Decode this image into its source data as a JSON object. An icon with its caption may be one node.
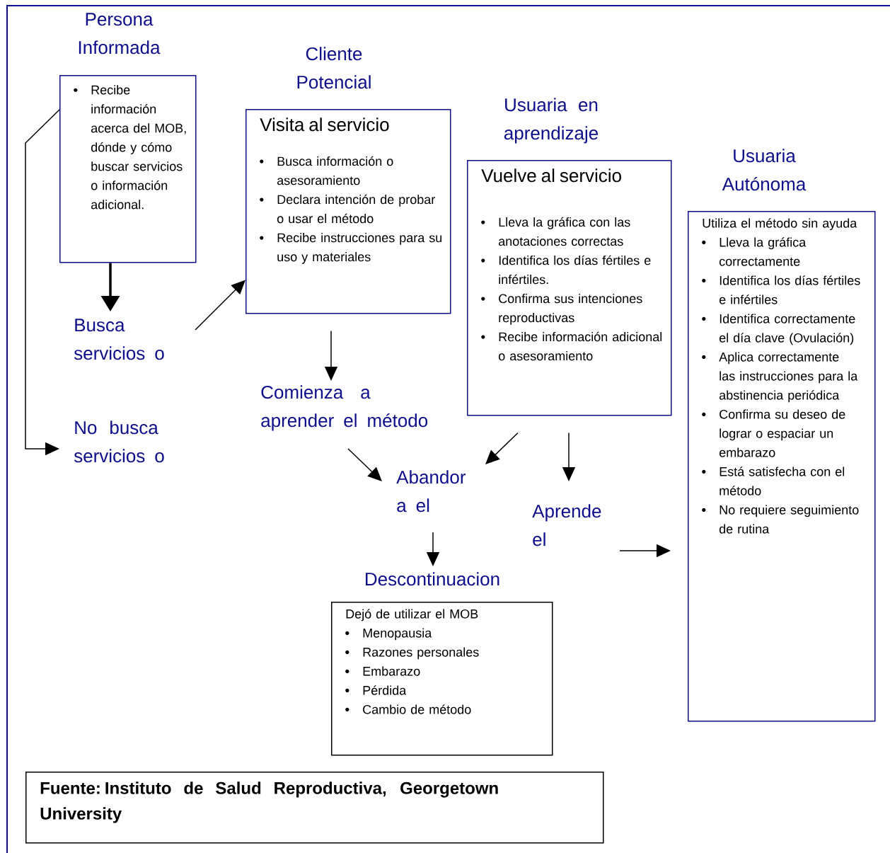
{
  "diagram": {
    "nodes": [
      {
        "text": [
          "Persona Informada",
          "Recibe información acerca del MOB, dónde y cómo buscar servicios o información adicional."
        ]
      },
      {
        "text": [
          "Busca servicios o"
        ]
      },
      {
        "text": [
          "No busca servicios o"
        ]
      },
      {
        "text": [
          "Cliente Potencial",
          "Visita al servicio",
          "Busca información o asesoramiento",
          "Declara intención de probar o usar el método",
          "Recibe instrucciones para su uso y materiales"
        ]
      },
      {
        "text": [
          "Comienza a aprender el método"
        ]
      },
      {
        "text": [
          "Usuaria en aprendizaje",
          "Vuelve al servicio",
          "Lleva la gráfica con las anotaciones correctas",
          "Identifica los días fértiles e infértiles.",
          "Confirma sus intenciones reproductivas",
          "Recibe información adicional o asesoramiento"
        ]
      },
      {
        "text": [
          "Abandor a el"
        ]
      },
      {
        "text": [
          "Aprende el"
        ]
      },
      {
        "text": [
          "Descontinuacion",
          "Dejó de utilizar el MOB",
          "Menopausia",
          "Razones personales",
          "Embarazo",
          "Pérdida",
          "Cambio de método"
        ]
      },
      {
        "text": [
          "Usuaria Autónoma",
          "Utiliza el método sin ayuda",
          "Lleva la gráfica correctamente",
          "Identifica los días fértiles e infértiles",
          "Identifica correctamente el día clave (Ovulación)",
          "Aplica correctamente las instrucciones para la abstinencia periódica",
          "Confirma su deseo de lograr o espaciar un embarazo",
          "Está satisfecha con el método",
          "No requiere seguimiento de rutina"
        ]
      },
      {
        "text": [
          "Fuente: Instituto de Salud Reproductiva, Georgetown University"
        ]
      }
    ],
    "edges": [
      {
        "from": 0,
        "to": 1,
        "arrow": "to",
        "style": "thick"
      },
      {
        "from": 0,
        "to": 2,
        "arrow": "to"
      },
      {
        "from": 1,
        "to": 3,
        "arrow": "to"
      },
      {
        "from": 3,
        "to": 4,
        "arrow": "to"
      },
      {
        "from": 4,
        "to": 6,
        "arrow": "to"
      },
      {
        "from": 5,
        "to": 6,
        "arrow": "to"
      },
      {
        "from": 5,
        "to": 7,
        "arrow": "to"
      },
      {
        "from": 6,
        "to": 8,
        "arrow": "to"
      },
      {
        "from": 7,
        "to": 9,
        "arrow": "to"
      }
    ]
  }
}
